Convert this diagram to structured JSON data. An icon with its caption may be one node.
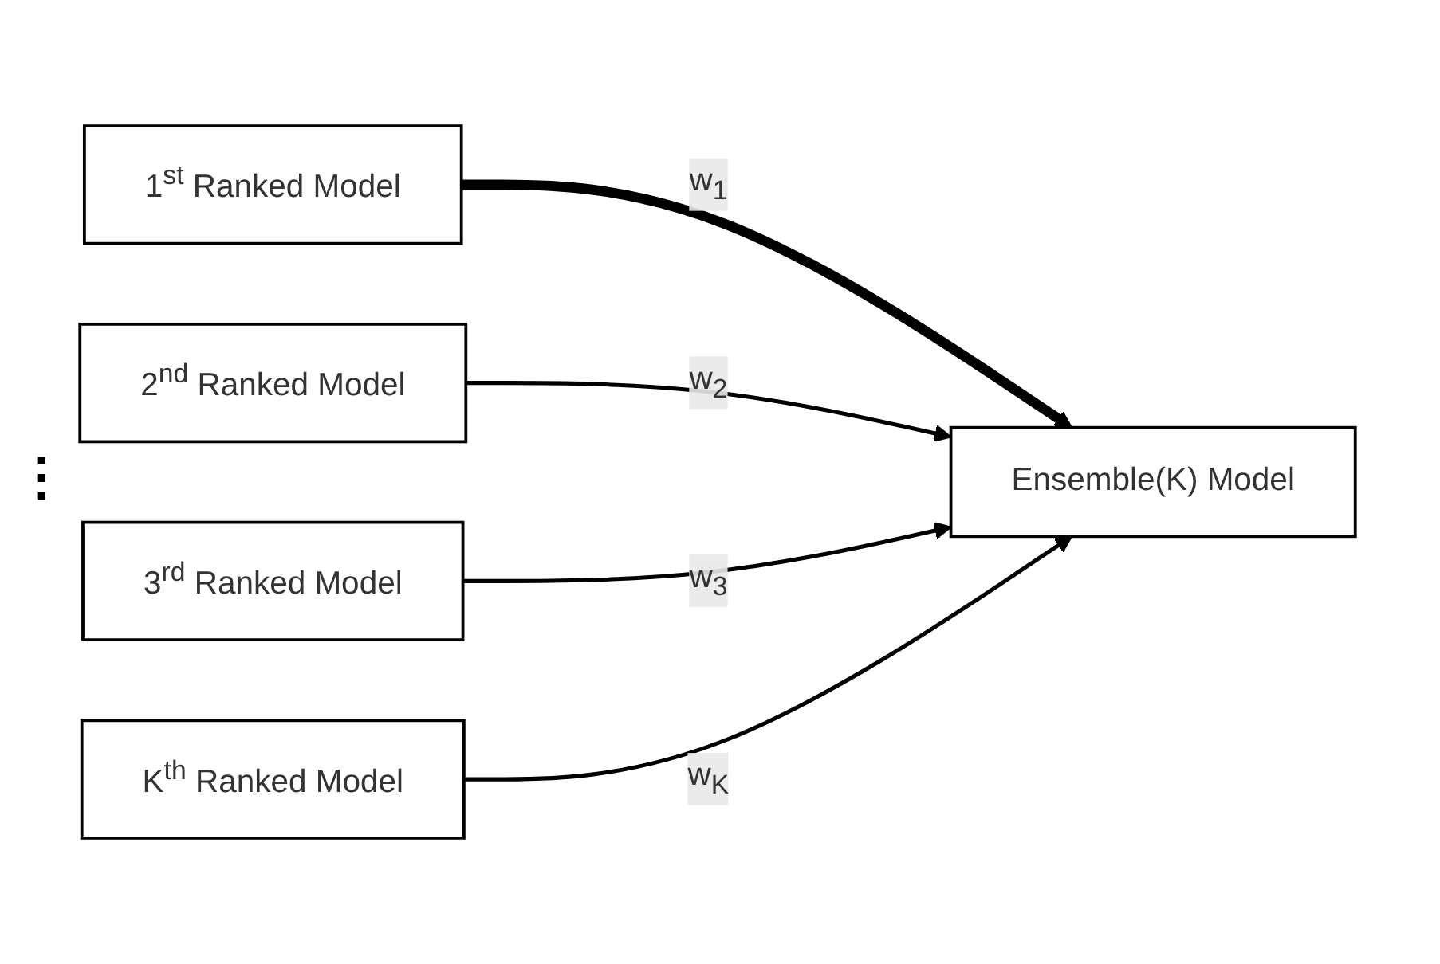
{
  "diagram": {
    "nodes": [
      {
        "text": [
          "1$^{st}$ Ranked Model"
        ]
      },
      {
        "text": [
          "2$^{nd}$ Ranked Model"
        ]
      },
      {
        "text": [
          "3$^{rd}$ Ranked Model"
        ]
      },
      {
        "text": [
          "K$^{th}$ Ranked Model"
        ]
      },
      {
        "text": [
          "Ensemble(K) Model"
        ]
      }
    ],
    "edges": [
      {
        "from": 0,
        "to": 4,
        "arrow": "to",
        "label": "w$_{1}$",
        "style": "thick"
      },
      {
        "from": 1,
        "to": 4,
        "arrow": "to",
        "label": "w$_{2}$"
      },
      {
        "from": 2,
        "to": 4,
        "arrow": "to",
        "label": "w$_{3}$"
      },
      {
        "from": 3,
        "to": 4,
        "arrow": "to",
        "label": "w$_{K}$"
      }
    ],
    "labels": [
      "⋮"
    ]
  }
}
